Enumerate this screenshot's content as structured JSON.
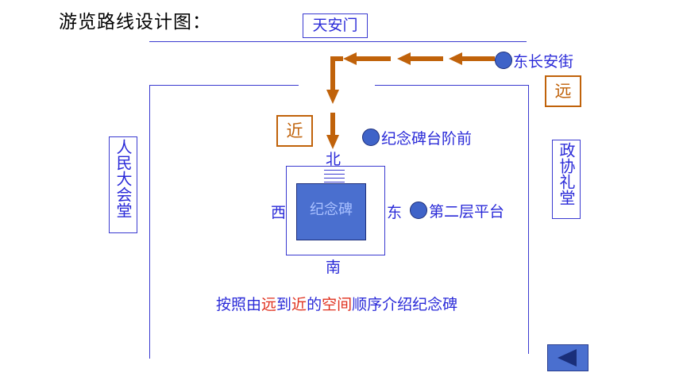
{
  "title": "游览路线设计图：",
  "labels": {
    "tiananmen": "天安门",
    "east_changan": "东长安街",
    "far": "远",
    "near": "近",
    "great_hall": "人民大会堂",
    "cppcc": "政协礼堂",
    "platform_front": "纪念碑台阶前",
    "second_platform": "第二层平台",
    "monument": "纪念碑",
    "north": "北",
    "south": "南",
    "west": "西",
    "east": "东"
  },
  "caption": {
    "p1": "按照由",
    "p2": "远",
    "p3": "到",
    "p4": "近",
    "p5": "的",
    "p6": "空间",
    "p7": "顺序介绍纪念碑"
  },
  "colors": {
    "arrow": "#c0620a",
    "lines": "#3a3ad0",
    "text_blue": "#2a2ad8",
    "text_red": "#e0301e",
    "monument_fill": "#4a6fcf"
  },
  "icons": {
    "back": "back-triangle-icon"
  }
}
